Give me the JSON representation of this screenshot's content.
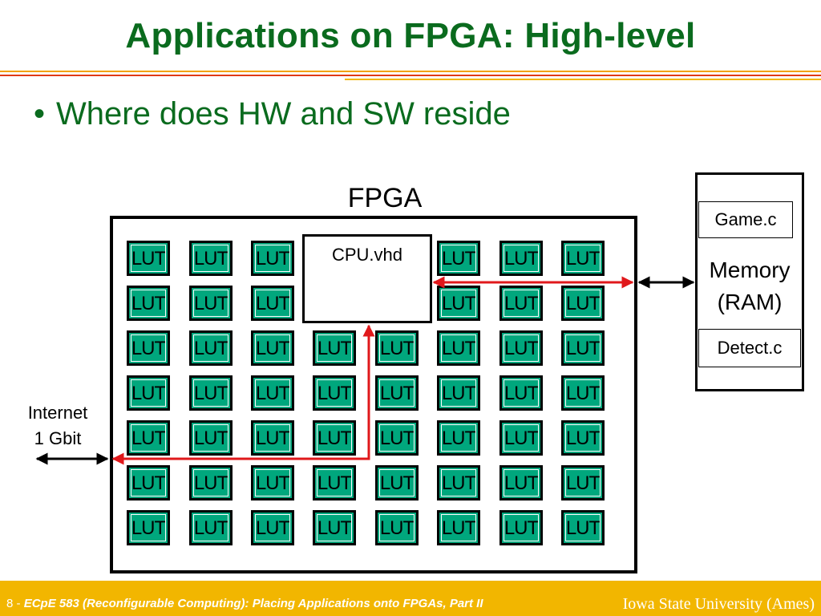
{
  "slide": {
    "title": "Applications on FPGA: High-level",
    "bullet": "Where does HW and SW reside"
  },
  "diagram": {
    "fpga_label": "FPGA",
    "lut_label": "LUT",
    "cpu_label": "CPU.vhd",
    "memory": {
      "line1": "Memory",
      "line2": "(RAM)",
      "file_top": "Game.c",
      "file_bottom": "Detect.c"
    },
    "internet": {
      "line1": "Internet",
      "line2": "1 Gbit"
    }
  },
  "footer": {
    "page_number": "8",
    "separator": " - ",
    "course": "ECpE 583 (Reconfigurable Computing): Placing Applications onto FPGAs, Part II",
    "institution": "Iowa State University (Ames)"
  },
  "colors": {
    "title_green": "#0a6b1e",
    "lut_green": "#00a77d",
    "red_path": "#e0181b",
    "footer_bar": "#f2b600"
  }
}
